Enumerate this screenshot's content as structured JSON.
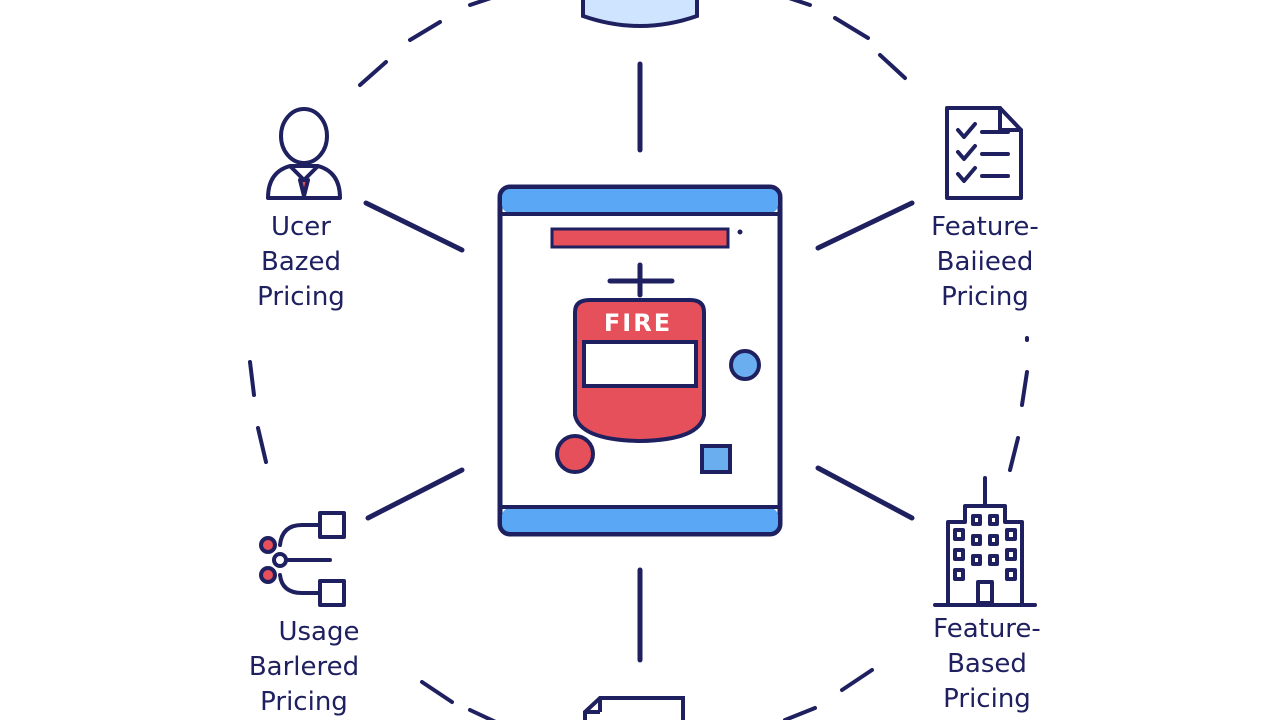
{
  "diagram": {
    "center": {
      "fire_label": "FIRE"
    },
    "nodes": {
      "top_left": {
        "lines": [
          "Ucer",
          "Bazed",
          "Pricing"
        ]
      },
      "top_right": {
        "lines": [
          "Feature-",
          "Baiieed",
          "Pricing"
        ]
      },
      "bottom_left": {
        "lines": [
          "Usage",
          "Barlered",
          "Pricing"
        ]
      },
      "bottom_right": {
        "lines": [
          "Feature-",
          "Based",
          "Pricing"
        ]
      }
    }
  },
  "colors": {
    "ink": "#1f2060",
    "accent_red": "#e5505a",
    "accent_blue": "#6aaeef",
    "screen_bar": "#5aa8f5"
  },
  "icons": {
    "top_left": "user-tie-icon",
    "top_right": "checklist-document-icon",
    "bottom_left": "network-branch-icon",
    "bottom_right": "office-building-icon",
    "top": "database-icon",
    "bottom": "document-icon"
  }
}
